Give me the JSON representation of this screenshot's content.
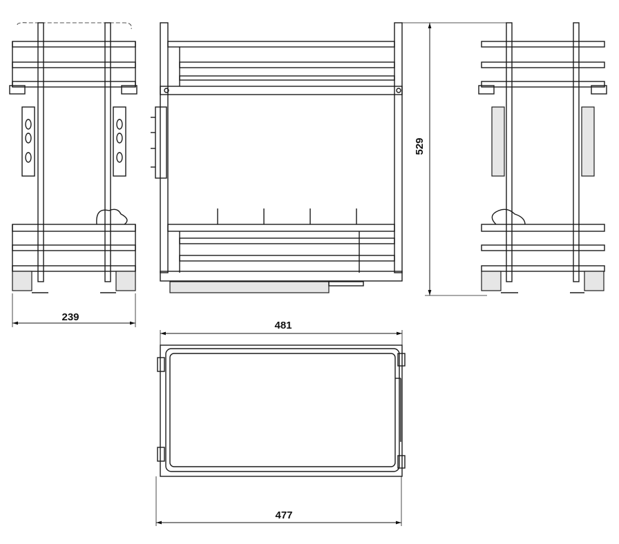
{
  "drawing": {
    "dimensions": {
      "side_width": "239",
      "height": "529",
      "top_width": "481",
      "bottom_width": "477"
    },
    "colors": {
      "line": "#1a1a1a",
      "background": "#ffffff"
    }
  }
}
